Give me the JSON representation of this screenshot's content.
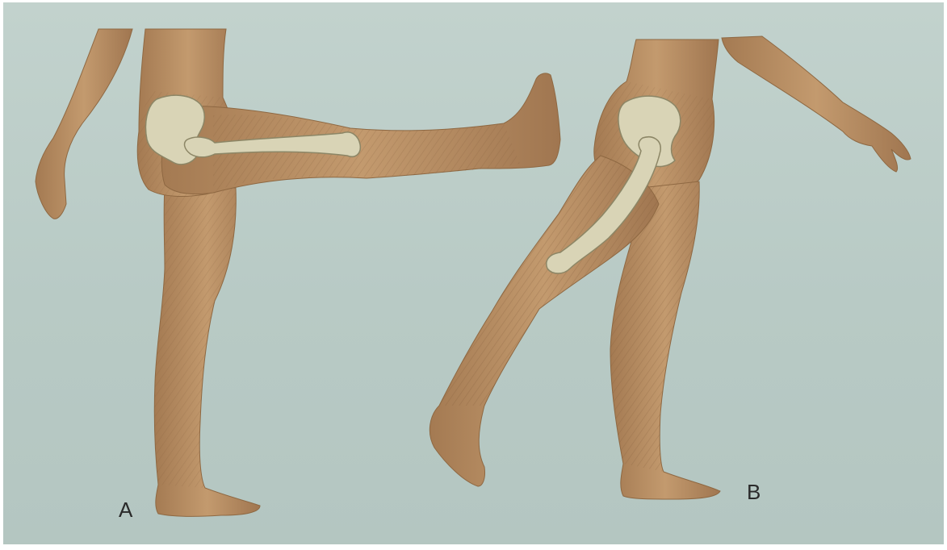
{
  "figure": {
    "labels": {
      "a": "A",
      "b": "B"
    },
    "panels": [
      {
        "id": "A",
        "motion": "hip-flexion",
        "description_icon": "leg-raised-forward"
      },
      {
        "id": "B",
        "motion": "hip-extension",
        "description_icon": "leg-swung-backward"
      }
    ],
    "colors": {
      "background": "#bccdc8",
      "skin": "#b98d62",
      "skin_dark": "#8e6842",
      "muscle_hatch": "#7a5636",
      "bone": "#d9d4b6",
      "bone_outline": "#8c8666",
      "label": "#2a2a2a"
    }
  }
}
